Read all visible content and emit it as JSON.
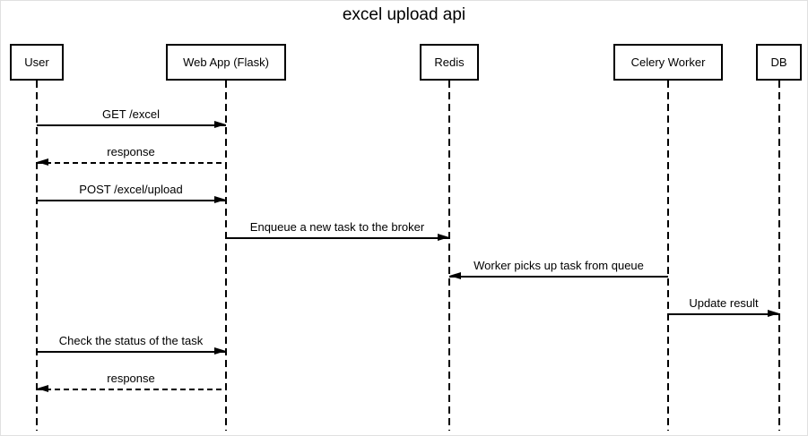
{
  "title": "excel upload api",
  "actors": [
    {
      "name": "User"
    },
    {
      "name": "Web App (Flask)"
    },
    {
      "name": "Redis"
    },
    {
      "name": "Celery Worker"
    },
    {
      "name": "DB"
    }
  ],
  "messages": [
    {
      "label": "GET /excel",
      "from": "User",
      "to": "Web App (Flask)",
      "line": "solid"
    },
    {
      "label": "response",
      "from": "Web App (Flask)",
      "to": "User",
      "line": "dashed"
    },
    {
      "label": "POST /excel/upload",
      "from": "User",
      "to": "Web App (Flask)",
      "line": "solid"
    },
    {
      "label": "Enqueue a new task to the broker",
      "from": "Web App (Flask)",
      "to": "Redis",
      "line": "solid"
    },
    {
      "label": "Worker picks up task from queue",
      "from": "Celery Worker",
      "to": "Redis",
      "line": "solid"
    },
    {
      "label": "Update result",
      "from": "Celery Worker",
      "to": "DB",
      "line": "solid"
    },
    {
      "label": "Check the status of the task",
      "from": "User",
      "to": "Web App (Flask)",
      "line": "solid"
    },
    {
      "label": "response",
      "from": "Web App (Flask)",
      "to": "User",
      "line": "dashed"
    }
  ],
  "colors": {
    "line": "#000000",
    "box_border": "#000000",
    "background": "#ffffff",
    "page_border": "#e0e0e0"
  }
}
